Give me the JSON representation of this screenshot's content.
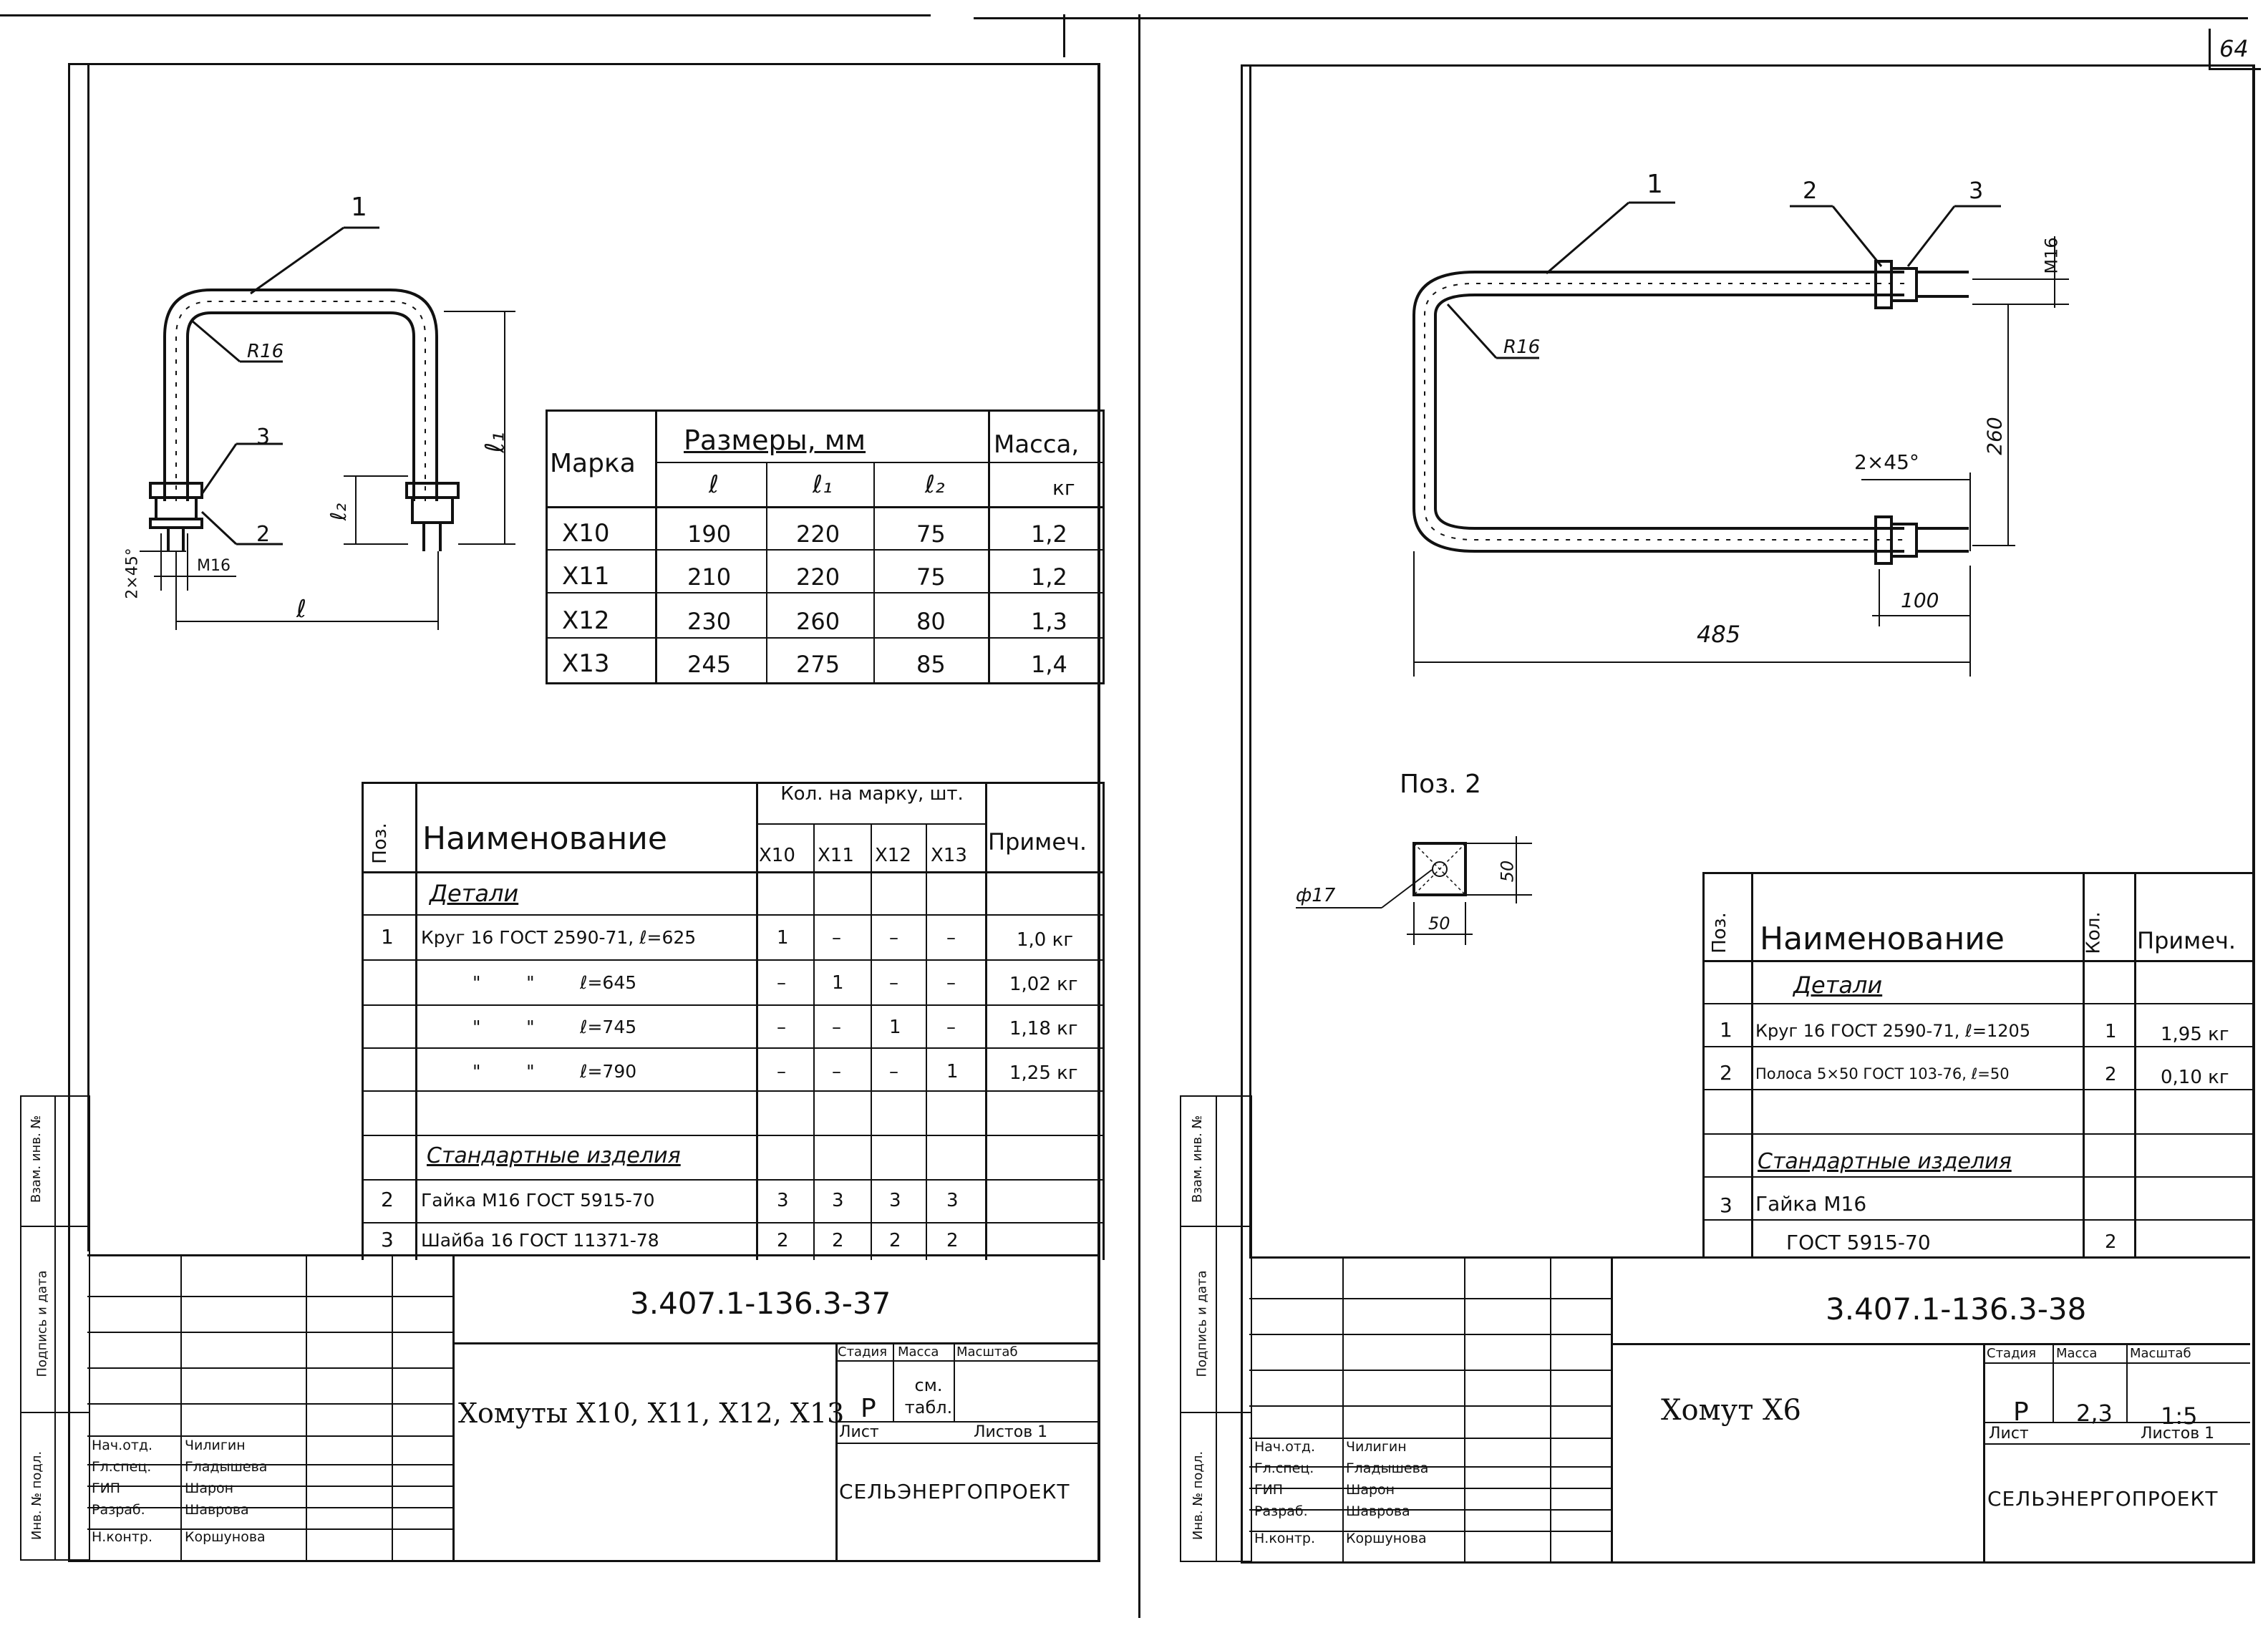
{
  "page_number": "64",
  "left_sheet": {
    "leaders": {
      "item1": "1",
      "item2": "2",
      "item3": "3",
      "radius": "R16"
    },
    "dims": {
      "chamfer": "2×45°",
      "thread": "M16",
      "l": "ℓ",
      "l1": "ℓ₁",
      "l2": "ℓ₂"
    },
    "marks_table": {
      "header_mark": "Марка",
      "header_sizes": "Размеры, мм",
      "header_mass": "Масса,",
      "header_mass_unit": "кг",
      "sub_l": "ℓ",
      "sub_l1": "ℓ₁",
      "sub_l2": "ℓ₂",
      "rows": [
        {
          "mark": "Х10",
          "l": "190",
          "l1": "220",
          "l2": "75",
          "mass": "1,2"
        },
        {
          "mark": "Х11",
          "l": "210",
          "l1": "220",
          "l2": "75",
          "mass": "1,2"
        },
        {
          "mark": "Х12",
          "l": "230",
          "l1": "260",
          "l2": "80",
          "mass": "1,3"
        },
        {
          "mark": "Х13",
          "l": "245",
          "l1": "275",
          "l2": "85",
          "mass": "1,4"
        }
      ]
    },
    "spec_table": {
      "h_pos": "Поз.",
      "h_name": "Наименование",
      "h_qty": "Кол. на марку, шт.",
      "h_marks": [
        "Х10",
        "Х11",
        "Х12",
        "Х13"
      ],
      "h_note": "Примеч.",
      "sec_details": "Детали",
      "rows": [
        {
          "pos": "1",
          "name": "Круг 16 ГОСТ 2590-71, ℓ=625",
          "q": [
            "1",
            "–",
            "–",
            "–"
          ],
          "note": "1,0 кг"
        },
        {
          "pos": "",
          "name": "\"        \"        ℓ=645",
          "q": [
            "–",
            "1",
            "–",
            "–"
          ],
          "note": "1,02 кг"
        },
        {
          "pos": "",
          "name": "\"        \"        ℓ=745",
          "q": [
            "–",
            "–",
            "1",
            "–"
          ],
          "note": "1,18 кг"
        },
        {
          "pos": "",
          "name": "\"        \"        ℓ=790",
          "q": [
            "–",
            "–",
            "–",
            "1"
          ],
          "note": "1,25 кг"
        }
      ],
      "sec_std": "Стандартные изделия",
      "std_rows": [
        {
          "pos": "2",
          "name": "Гайка М16 ГОСТ 5915-70",
          "q": [
            "3",
            "3",
            "3",
            "3"
          ],
          "note": ""
        },
        {
          "pos": "3",
          "name": "Шайба 16 ГОСТ 11371-78",
          "q": [
            "2",
            "2",
            "2",
            "2"
          ],
          "note": ""
        }
      ]
    },
    "title_block": {
      "doc_code": "3.407.1-136.3-37",
      "title": "Хомуты Х10, Х11, Х12, Х13",
      "stage_label": "Стадия",
      "mass_label": "Масса",
      "scale_label": "Масштаб",
      "stage": "Р",
      "mass": "см. табл.",
      "sheet_label": "Лист",
      "sheets_label": "Листов 1",
      "org": "СЕЛЬЭНЕРГОПРОЕКТ",
      "staff": [
        {
          "role": "Нач.отд.",
          "name": "Чилигин"
        },
        {
          "role": "Гл.спец.",
          "name": "Гладышева"
        },
        {
          "role": "ГИП",
          "name": "Шарон"
        },
        {
          "role": "Разраб.",
          "name": "Шаврова"
        },
        {
          "role": "Н.контр.",
          "name": "Коршунова"
        }
      ],
      "side_labels": [
        "Инв. № подл.",
        "Подпись и дата",
        "Взам. инв. №"
      ]
    }
  },
  "right_sheet": {
    "leaders": {
      "item1": "1",
      "item2": "2",
      "item3": "3",
      "radius": "R16"
    },
    "dims": {
      "thread": "M16",
      "height": "260",
      "chamfer": "2×45°",
      "thread_len": "100",
      "length": "485"
    },
    "pos2": {
      "title": "Поз. 2",
      "hole": "ф17",
      "w": "50",
      "h": "50"
    },
    "spec_table": {
      "h_pos": "Поз.",
      "h_name": "Наименование",
      "h_qty": "Кол.",
      "h_note": "Примеч.",
      "sec_details": "Детали",
      "rows": [
        {
          "pos": "1",
          "name": "Круг 16 ГОСТ 2590-71, ℓ=1205",
          "qty": "1",
          "note": "1,95 кг"
        },
        {
          "pos": "2",
          "name": "Полоса 5×50 ГОСТ 103-76, ℓ=50",
          "qty": "2",
          "note": "0,10 кг"
        }
      ],
      "sec_std": "Стандартные изделия",
      "std_name_1": "Гайка  М16",
      "std_name_2": "ГОСТ 5915-70",
      "std_pos": "3",
      "std_qty": "2"
    },
    "title_block": {
      "doc_code": "3.407.1-136.3-38",
      "title": "Хомут Х6",
      "stage_label": "Стадия",
      "mass_label": "Масса",
      "scale_label": "Масштаб",
      "stage": "Р",
      "mass": "2,3",
      "scale": "1:5",
      "sheet_label": "Лист",
      "sheets_label": "Листов 1",
      "org": "СЕЛЬЭНЕРГОПРОЕКТ",
      "staff": [
        {
          "role": "Нач.отд.",
          "name": "Чилигин"
        },
        {
          "role": "Гл.спец.",
          "name": "Гладышева"
        },
        {
          "role": "ГИП",
          "name": "Шарон"
        },
        {
          "role": "Разраб.",
          "name": "Шаврова"
        },
        {
          "role": "Н.контр.",
          "name": "Коршунова"
        }
      ],
      "side_labels": [
        "Инв. № подл.",
        "Подпись и дата",
        "Взам. инв. №"
      ]
    }
  }
}
